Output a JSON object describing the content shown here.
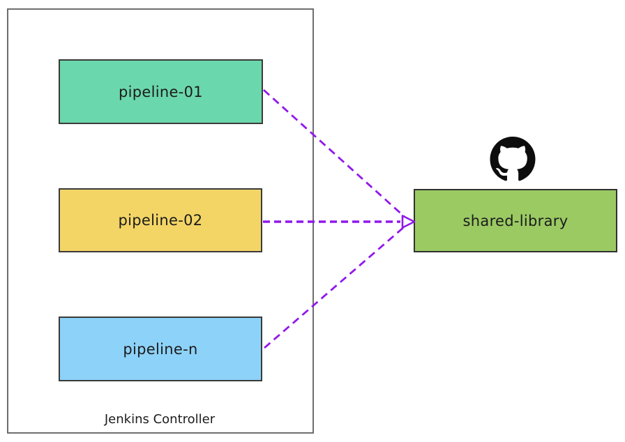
{
  "diagram": {
    "container": {
      "label": "Jenkins Controller",
      "border_color": "#6e6e6e"
    },
    "pipelines": [
      {
        "label": "pipeline-01",
        "fill": "#6bd7ac"
      },
      {
        "label": "pipeline-02",
        "fill": "#f3d566"
      },
      {
        "label": "pipeline-n",
        "fill": "#8dd2f8"
      }
    ],
    "shared_library": {
      "label": "shared-library",
      "fill": "#9bca63",
      "icon": "github-icon",
      "icon_color": "#0d0d0d"
    },
    "connector": {
      "color": "#9118ea",
      "line_style": "dashed",
      "arrowhead": "open-triangle",
      "from": [
        "pipeline-01",
        "pipeline-02",
        "pipeline-n"
      ],
      "to": "shared-library"
    }
  }
}
